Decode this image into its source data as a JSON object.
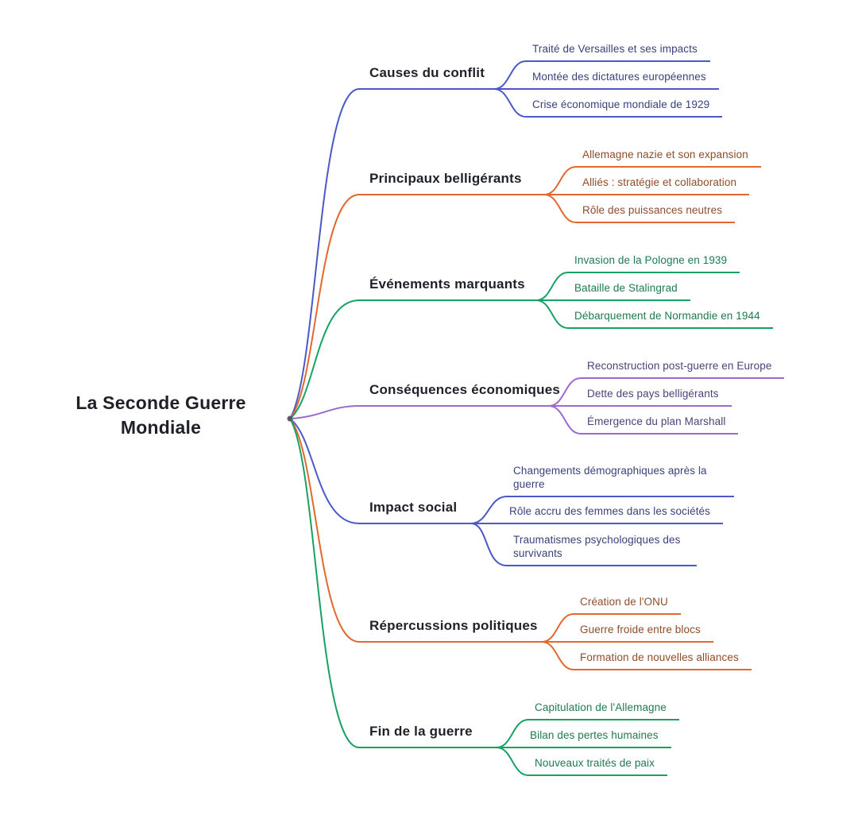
{
  "title": "La Seconde Guerre Mondiale",
  "colors": {
    "background": "#ffffff",
    "central_text": "#1f2128",
    "branch_label_text": "#1f2128",
    "blue_line": "#4a59c7",
    "blue_text": "#39427c",
    "orange_line": "#e26830",
    "orange_text": "#8f4c28",
    "green_line": "#17a163",
    "green_text": "#1f7a50",
    "purple_line": "#9a6ad1",
    "purple_text": "#504178",
    "origin_dot": "#5a5a66"
  },
  "branches": [
    {
      "label": "Causes du conflit",
      "color": "blue",
      "children": [
        "Traité de Versailles et ses impacts",
        "Montée des dictatures européennes",
        "Crise économique mondiale de 1929"
      ]
    },
    {
      "label": "Principaux belligérants",
      "color": "orange",
      "children": [
        "Allemagne nazie et son expansion",
        "Alliés : stratégie et collaboration",
        "Rôle des puissances neutres"
      ]
    },
    {
      "label": "Événements marquants",
      "color": "green",
      "children": [
        "Invasion de la Pologne en 1939",
        "Bataille de Stalingrad",
        "Débarquement de Normandie en 1944"
      ]
    },
    {
      "label": "Conséquences économiques",
      "color": "purple",
      "children": [
        "Reconstruction post-guerre en Europe",
        "Dette des pays belligérants",
        "Émergence du plan Marshall"
      ]
    },
    {
      "label": "Impact social",
      "color": "blue",
      "children": [
        "Changements démographiques après la guerre",
        "Rôle accru des femmes dans les sociétés",
        "Traumatismes psychologiques des survivants"
      ]
    },
    {
      "label": "Répercussions politiques",
      "color": "orange",
      "children": [
        "Création de l'ONU",
        "Guerre froide entre blocs",
        "Formation de nouvelles alliances"
      ]
    },
    {
      "label": "Fin de la guerre",
      "color": "green",
      "children": [
        "Capitulation de l'Allemagne",
        "Bilan des pertes humaines",
        "Nouveaux traités de paix"
      ]
    }
  ]
}
